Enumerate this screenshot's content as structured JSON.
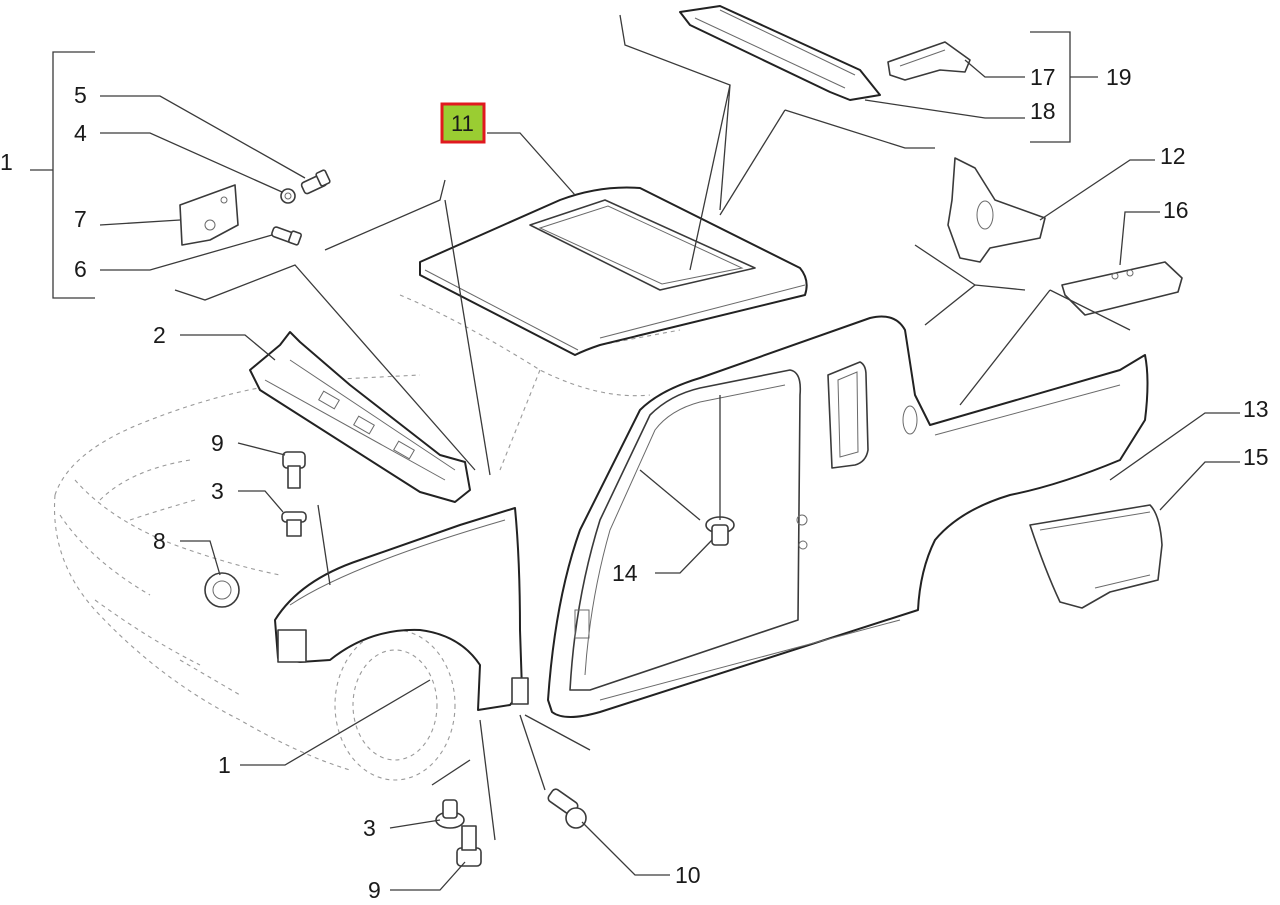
{
  "diagram": {
    "callouts": [
      {
        "id": "c1-top",
        "label": "1"
      },
      {
        "id": "c5",
        "label": "5"
      },
      {
        "id": "c4",
        "label": "4"
      },
      {
        "id": "c7",
        "label": "7"
      },
      {
        "id": "c6",
        "label": "6"
      },
      {
        "id": "c2",
        "label": "2"
      },
      {
        "id": "c9-upper",
        "label": "9"
      },
      {
        "id": "c3-upper",
        "label": "3"
      },
      {
        "id": "c8",
        "label": "8"
      },
      {
        "id": "c1-bottom",
        "label": "1"
      },
      {
        "id": "c3-lower",
        "label": "3"
      },
      {
        "id": "c9-lower",
        "label": "9"
      },
      {
        "id": "c10",
        "label": "10"
      },
      {
        "id": "c14",
        "label": "14"
      },
      {
        "id": "c11",
        "label": "11",
        "highlighted": true
      },
      {
        "id": "c17",
        "label": "17"
      },
      {
        "id": "c19",
        "label": "19"
      },
      {
        "id": "c18",
        "label": "18"
      },
      {
        "id": "c12",
        "label": "12"
      },
      {
        "id": "c16",
        "label": "16"
      },
      {
        "id": "c13",
        "label": "13"
      },
      {
        "id": "c15",
        "label": "15"
      }
    ]
  },
  "colors": {
    "highlight_fill": "#9acd32",
    "highlight_border": "#e0191f",
    "line": "#3a3a3a"
  }
}
